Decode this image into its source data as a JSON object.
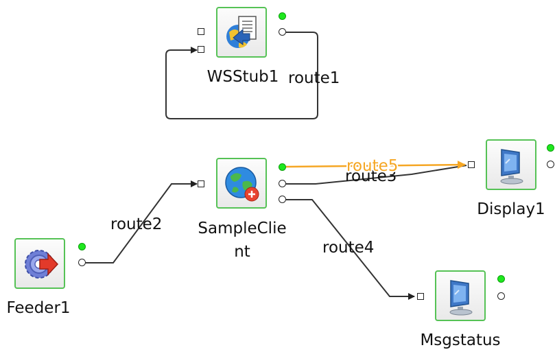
{
  "nodes": {
    "wsstub1": {
      "label": "WSStub1",
      "icon": "web-service-stub-icon"
    },
    "sampleclient": {
      "label_line1": "SampleClie",
      "label_line2": "nt",
      "icon": "globe-client-icon"
    },
    "display1": {
      "label": "Display1",
      "icon": "monitor-display-icon"
    },
    "feeder1": {
      "label": "Feeder1",
      "icon": "feeder-gear-arrow-icon"
    },
    "msgstatus": {
      "label": "Msgstatus",
      "icon": "monitor-display-icon"
    }
  },
  "routes": {
    "route1": {
      "label": "route1"
    },
    "route2": {
      "label": "route2"
    },
    "route3": {
      "label": "route3"
    },
    "route4": {
      "label": "route4"
    },
    "route5": {
      "label": "route5",
      "highlighted": true
    }
  },
  "colors": {
    "node_border": "#55c255",
    "status_active": "#1ee81e",
    "highlight": "#f5a623",
    "line": "#333333"
  }
}
